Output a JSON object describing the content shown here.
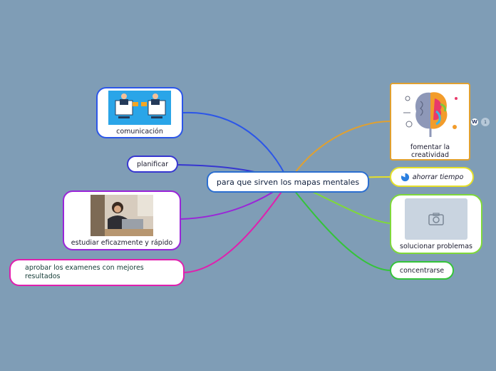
{
  "central": {
    "label": "para que sirven los mapas mentales",
    "color": "#2b6ed0"
  },
  "left_nodes": [
    {
      "label": "comunicación",
      "color": "#2c56e8",
      "image": "business-people-illustration"
    },
    {
      "label": "planificar",
      "color": "#3636d0"
    },
    {
      "label": "estudiar eficazmente y rápido",
      "color": "#9a25d8",
      "image": "student-with-laptop-photo"
    },
    {
      "label": "aprobar los examenes con mejores resultados",
      "color": "#e01fae"
    }
  ],
  "right_nodes": [
    {
      "label": "fomentar la creatividad",
      "color": "#e0a030",
      "image": "colorful-brain-illustration"
    },
    {
      "label": "ahorrar tiempo",
      "color": "#e6e02a",
      "icon": "pie-chart-icon"
    },
    {
      "label": "solucionar problemas",
      "color": "#7fd83a",
      "image": "camera-placeholder-icon"
    },
    {
      "label": "concentrarse",
      "color": "#35c43a"
    }
  ],
  "badge": {
    "count": "1",
    "icon": "wordpress-icon"
  }
}
